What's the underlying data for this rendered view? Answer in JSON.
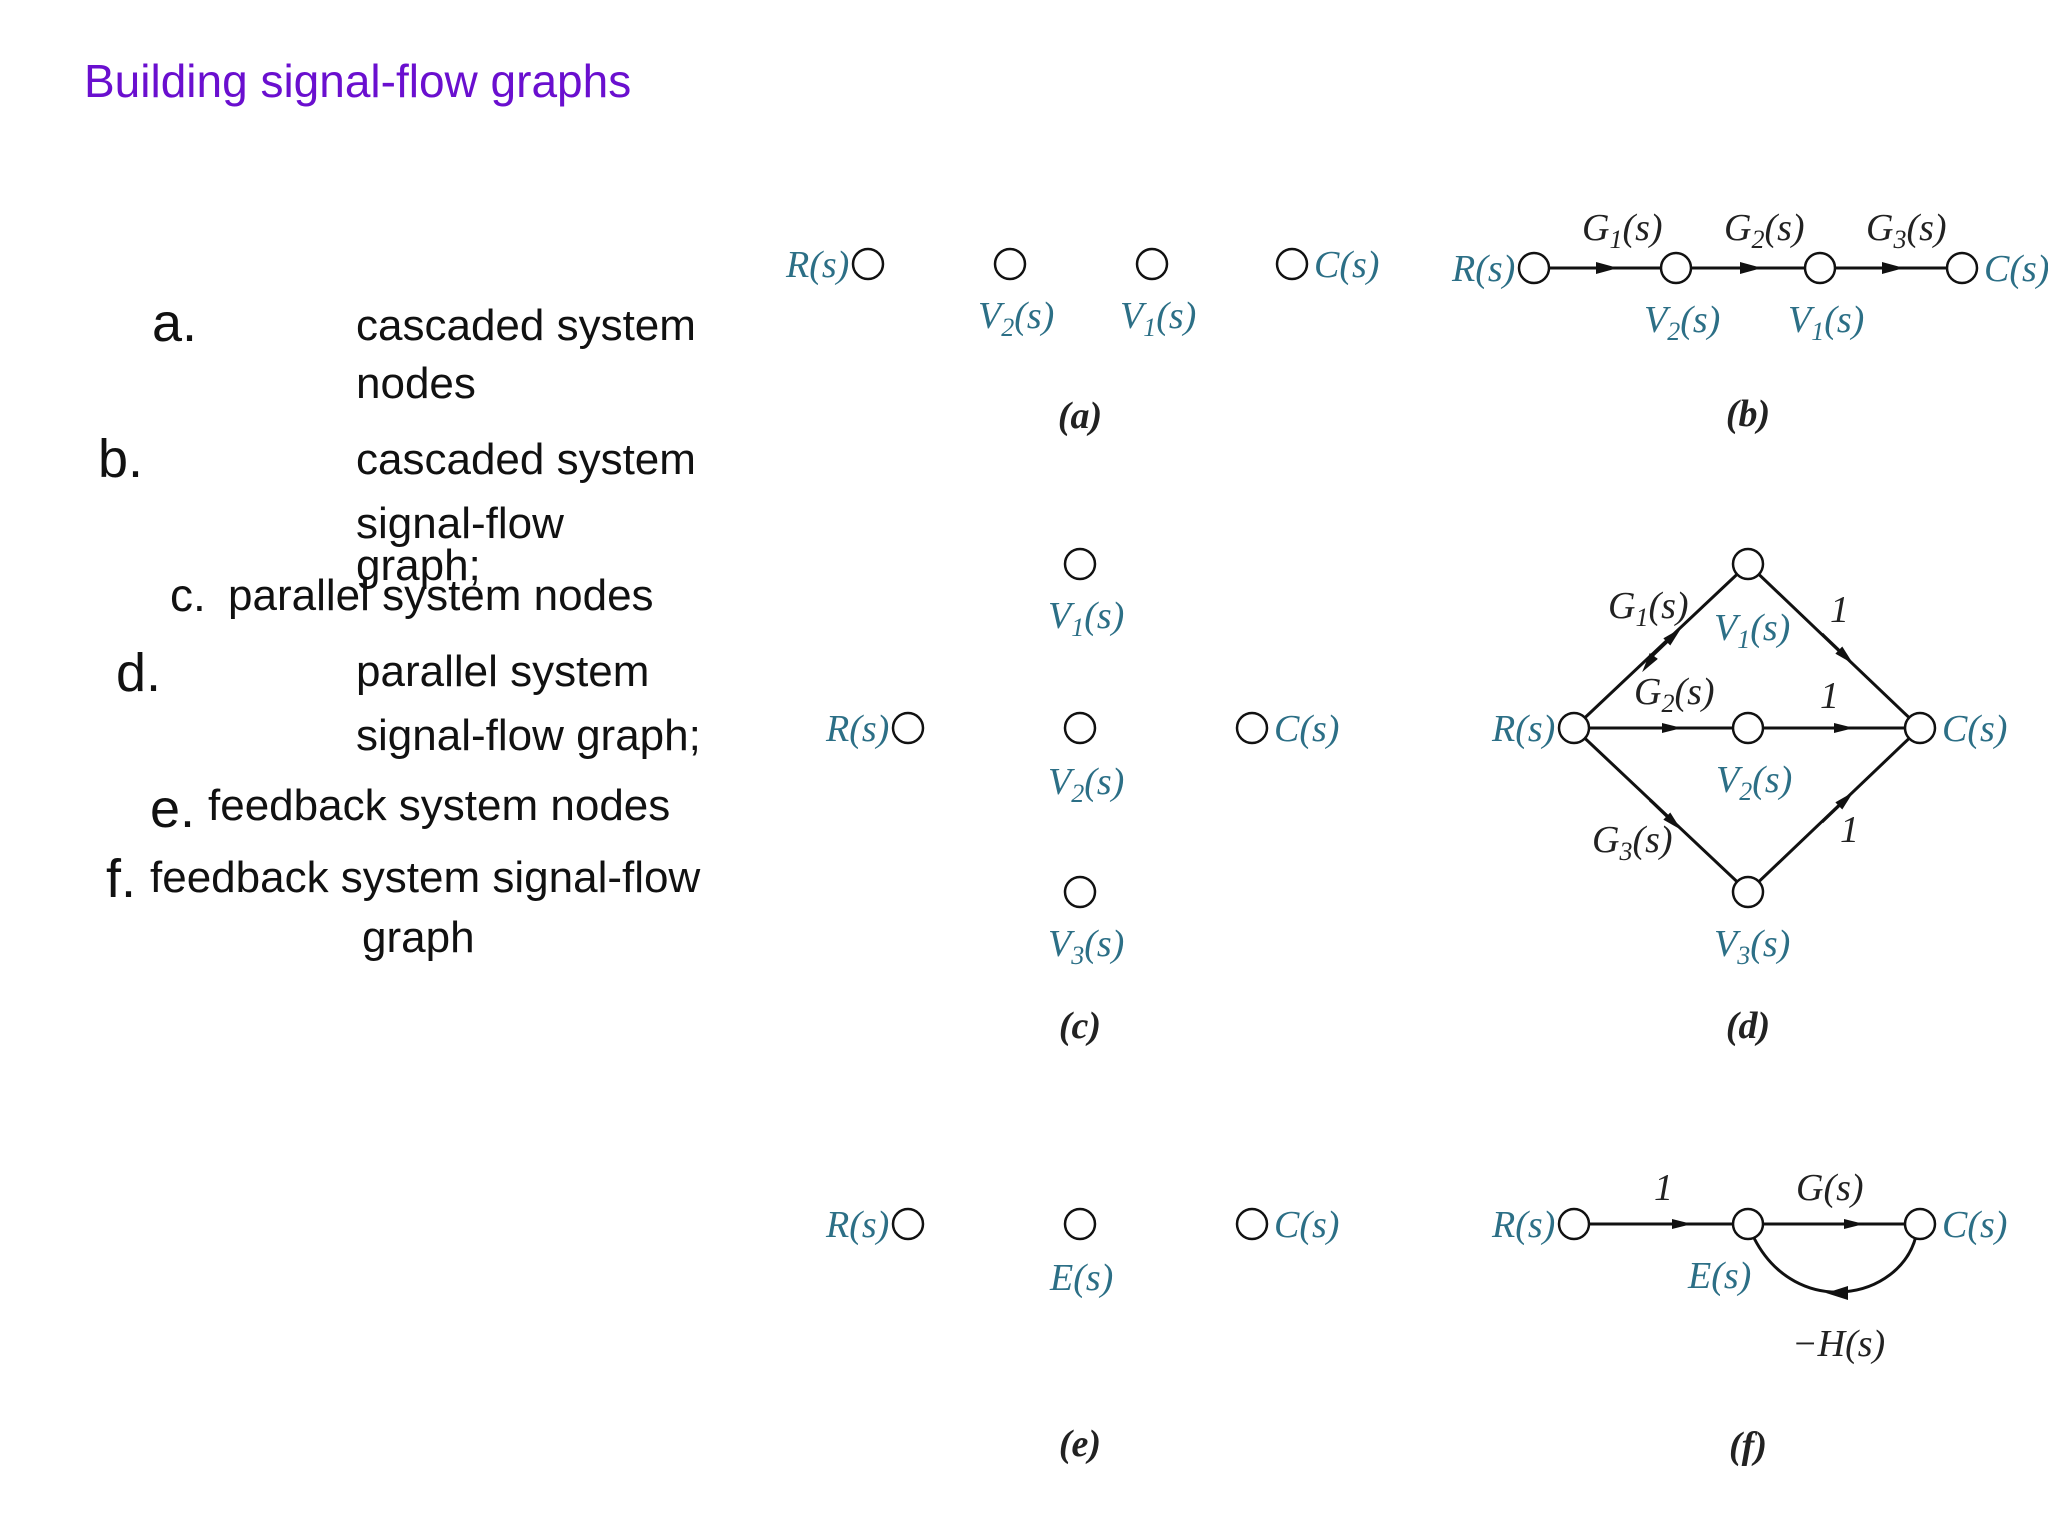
{
  "title": "Building signal-flow graphs",
  "list": [
    {
      "marker": "a.",
      "lines": [
        "cascaded system",
        "nodes"
      ]
    },
    {
      "marker": "b.",
      "lines": [
        "cascaded system",
        "signal-flow",
        "graph;"
      ]
    },
    {
      "marker": "c.",
      "lines": [
        "parallel system nodes"
      ]
    },
    {
      "marker": "d.",
      "lines": [
        "parallel system",
        "signal-flow graph;"
      ]
    },
    {
      "marker": "e.",
      "lines": [
        "feedback system nodes"
      ]
    },
    {
      "marker": "f.",
      "lines": [
        "feedback system signal-flow",
        "graph"
      ]
    }
  ],
  "diagrams": {
    "a": {
      "caption": "(a)",
      "nodes": [
        "R(s)",
        "V2(s)",
        "V1(s)",
        "C(s)"
      ]
    },
    "b": {
      "caption": "(b)",
      "nodes": [
        "R(s)",
        "V2(s)",
        "V1(s)",
        "C(s)"
      ],
      "branches": [
        {
          "from": "R(s)",
          "to": "V2(s)",
          "gain": "G1(s)"
        },
        {
          "from": "V2(s)",
          "to": "V1(s)",
          "gain": "G2(s)"
        },
        {
          "from": "V1(s)",
          "to": "C(s)",
          "gain": "G3(s)"
        }
      ]
    },
    "c": {
      "caption": "(c)",
      "nodes": [
        "R(s)",
        "V1(s)",
        "V2(s)",
        "V3(s)",
        "C(s)"
      ]
    },
    "d": {
      "caption": "(d)",
      "nodes": [
        "R(s)",
        "V1(s)",
        "V2(s)",
        "V3(s)",
        "C(s)"
      ],
      "branches": [
        {
          "from": "R(s)",
          "to": "V1(s)",
          "gain": "G1(s)"
        },
        {
          "from": "R(s)",
          "to": "V2(s)",
          "gain": "G2(s)"
        },
        {
          "from": "R(s)",
          "to": "V3(s)",
          "gain": "G3(s)"
        },
        {
          "from": "V1(s)",
          "to": "C(s)",
          "gain": "1"
        },
        {
          "from": "V2(s)",
          "to": "C(s)",
          "gain": "1"
        },
        {
          "from": "V3(s)",
          "to": "C(s)",
          "gain": "1"
        }
      ]
    },
    "e": {
      "caption": "(e)",
      "nodes": [
        "R(s)",
        "E(s)",
        "C(s)"
      ]
    },
    "f": {
      "caption": "(f)",
      "nodes": [
        "R(s)",
        "E(s)",
        "C(s)"
      ],
      "branches": [
        {
          "from": "R(s)",
          "to": "E(s)",
          "gain": "1"
        },
        {
          "from": "E(s)",
          "to": "C(s)",
          "gain": "G(s)"
        },
        {
          "from": "C(s)",
          "to": "E(s)",
          "gain": "−H(s)"
        }
      ]
    }
  }
}
